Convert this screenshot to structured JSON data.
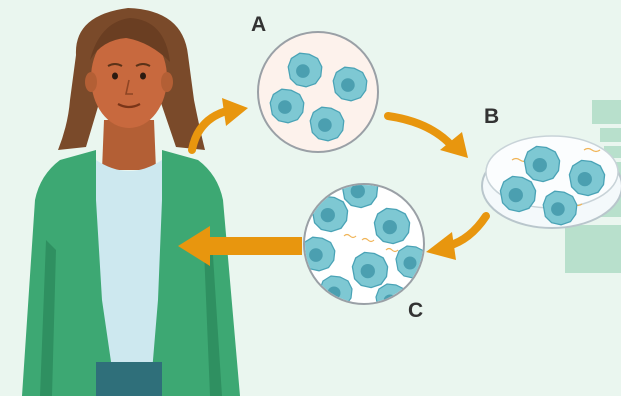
{
  "labels": {
    "a": "A",
    "b": "B",
    "c": "C"
  },
  "colors": {
    "background": "#eaf6ef",
    "arrow": "#e8960e",
    "cell": "#7ec8d3",
    "nucleus": "#4b9fb0",
    "cardigan": "#3da873",
    "shirt": "#cde8ef",
    "skin": "#c8693e",
    "hair": "#7a4a2a"
  },
  "diagram": {
    "steps": [
      "A",
      "B",
      "C"
    ],
    "step_a_cell_count": 4,
    "step_b_cell_count": 4
  }
}
